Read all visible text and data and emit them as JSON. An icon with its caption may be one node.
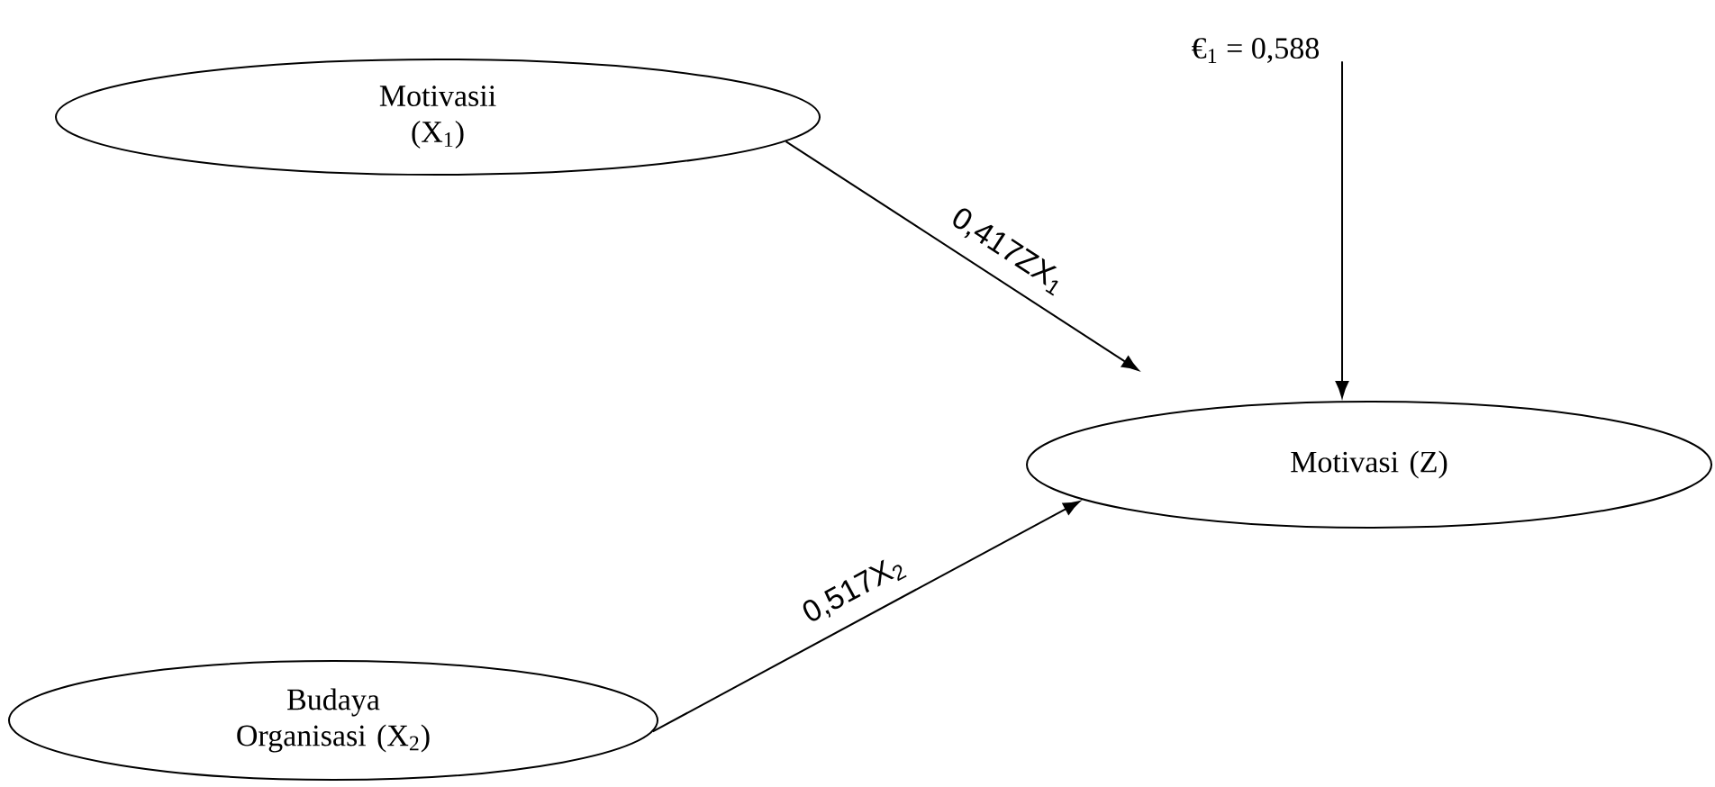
{
  "diagram": {
    "nodes": [
      {
        "text": [
          "Motivasii (X$_{1}$)"
        ]
      },
      {
        "text": [
          "Motivasi (Z)"
        ]
      },
      {
        "text": [
          "Budaya Organisasi (X$_{2}$)"
        ]
      },
      {
        "text": [
          "€$_{1}$ = 0,588"
        ]
      }
    ],
    "edges": [
      {
        "from": 0,
        "to": 1,
        "arrow": "to",
        "label": "0,417ZX$_{1}$"
      },
      {
        "from": 2,
        "to": 1,
        "arrow": "to",
        "label": "0,517X$_{2}$"
      },
      {
        "from": 3,
        "to": 1,
        "arrow": "to"
      }
    ]
  }
}
